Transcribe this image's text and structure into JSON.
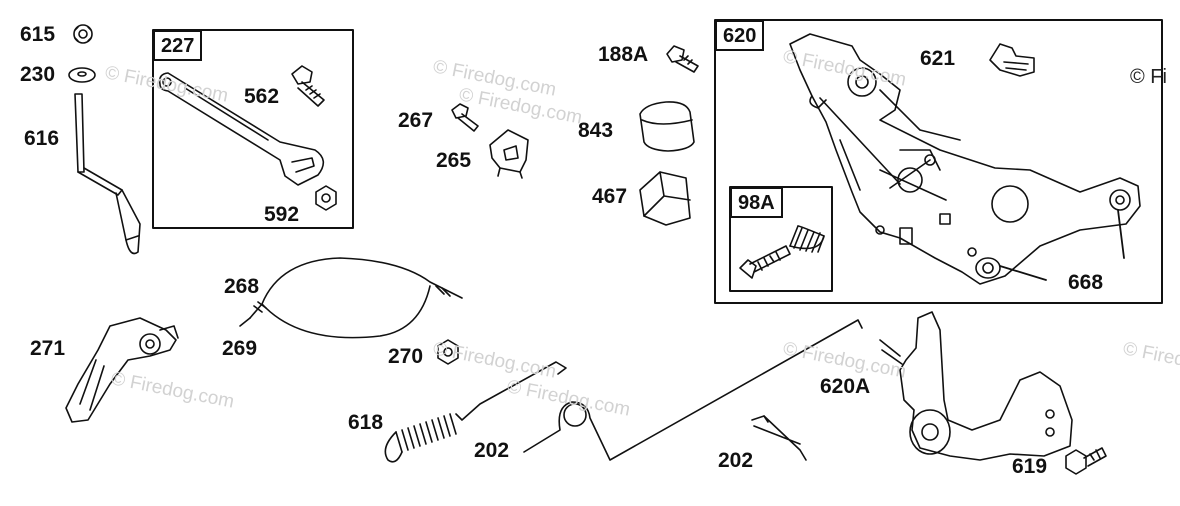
{
  "diagram": {
    "watermark": "© Firedog.com",
    "corner_copyright": "© Fi",
    "group_boxes": {
      "box_227": "227",
      "box_620": "620",
      "box_98a": "98A"
    },
    "part_labels": {
      "p615": "615",
      "p230": "230",
      "p616": "616",
      "p562": "562",
      "p592": "592",
      "p267": "267",
      "p265": "265",
      "p188a": "188A",
      "p843": "843",
      "p467": "467",
      "p621": "621",
      "p668": "668",
      "p268": "268",
      "p269": "269",
      "p271": "271",
      "p270": "270",
      "p618": "618",
      "p202a": "202",
      "p202b": "202",
      "p620a": "620A",
      "p619": "619"
    }
  }
}
